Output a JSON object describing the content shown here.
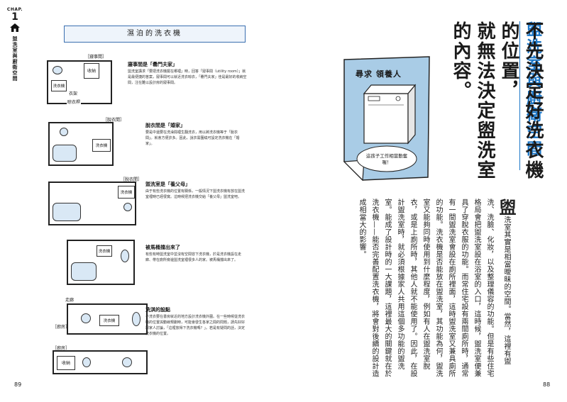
{
  "chapter": {
    "label": "CHAP.",
    "number": "1",
    "side_title": "盥洗室與廚衛空間"
  },
  "left_title": "濕泊的洗衣機",
  "plans": {
    "p1": {
      "tag": "［寢事間］",
      "washer": "洗衣機",
      "rack": "衣架",
      "closet": "收納",
      "hanger": "晾衣桿"
    },
    "p2": {
      "tag": "［脫衣間］",
      "washer": "洗衣機"
    },
    "p3": {
      "tag": "［脫衣間］",
      "washer": "洗衣機"
    },
    "p4": {
      "washer": "洗衣機"
    },
    "p5": {
      "tag_left": "［廚房］",
      "tag_right": "［廚房］",
      "washer": "洗衣機",
      "hall": "走廊",
      "storage": "收納"
    }
  },
  "cases": [
    {
      "title": "寢事間是「罍門夫家」",
      "body": "盥洗室講求「要把洗衣機擺在哪裡」時，回答「寢事間（utility room）」就是最便捷的答案，寢事間可以就近洗衣晾衣，「罍門夫家」佳是最好的收納空間，注在難以設計房的寢事間。"
    },
    {
      "title": "脫衣間是「婚家」",
      "body": "要是中還要在洗澡間裡生翻洗衣，用以將洗衣機等于「脫衣間」。就會方便許多。因此，說衣需圍繞可設定洗衣機在「婚家」。"
    },
    {
      "title": "盥洗室是「養父母」",
      "body": "由于有些洗衣機的位置有關係，一般情況下盥洗衣機有放在盥洗室裡時已經很寬。這時候把洗衣機交給「養父母」盥洗室吧。"
    },
    {
      "title": "被馬桶擋出來了",
      "body": "有些有時盥洗室中並沒有空間容下洗衣機，於是洗衣機設在走廊、帶在廁所旁邊盥洗室裡很多人的家。被馬桶擋出來了。"
    },
    {
      "title": "洗淇的設點",
      "body": "不洗衣要在書房就近的地方設計洗衣機外圍。在一些時候從洗衣機的位置與動線規劃時，可能會發生各家之間的問題，請先好好跟家人討論，「這裡放得下洗衣機嗎？」。若是有疑問的話，決定洗衣機的位置。"
    }
  ],
  "page_numbers": {
    "left": "89",
    "right": "88"
  },
  "section_title": "盥洗室與廚衛空間",
  "headline_lines": [
    "不先決定好洗衣機的位置，",
    "就無法決定盥洗室的內容。"
  ],
  "wanted_poster": {
    "title": "尋求 領養人",
    "note": "這孩子工作相當勤奮喔！"
  },
  "body": {
    "dropcap": "盥",
    "text": "洗室其實是相當曖昧的空間。當然，這裡有盥洗、洗臉、化妝，以及整理儀容的功能。但是有些住宅格局會把盥洗室設在浴室的入口，這時候，盥洗室便兼具了穿脫衣服的功能。而常住宅設有兩間廁所時，通常有一間盥洗室會設在廁所裡面，這時盥洗室又兼具廁所的功能。洗衣機是否能放在盥洗室，其功能為何，盥洗室又能夠同時使用到什麼程度，例如有人在盥洗室脫衣，或是上廁所時，其他人就不能使用了。因此，在設計盥洗室時，就必須根據家人共用這個多功能的盥洗室。能成了設計時的一大課題，這裡最大的關鍵就在於洗衣機——能否完善配置洗衣機，將會對後續的設計造成相當大的影響。"
  }
}
